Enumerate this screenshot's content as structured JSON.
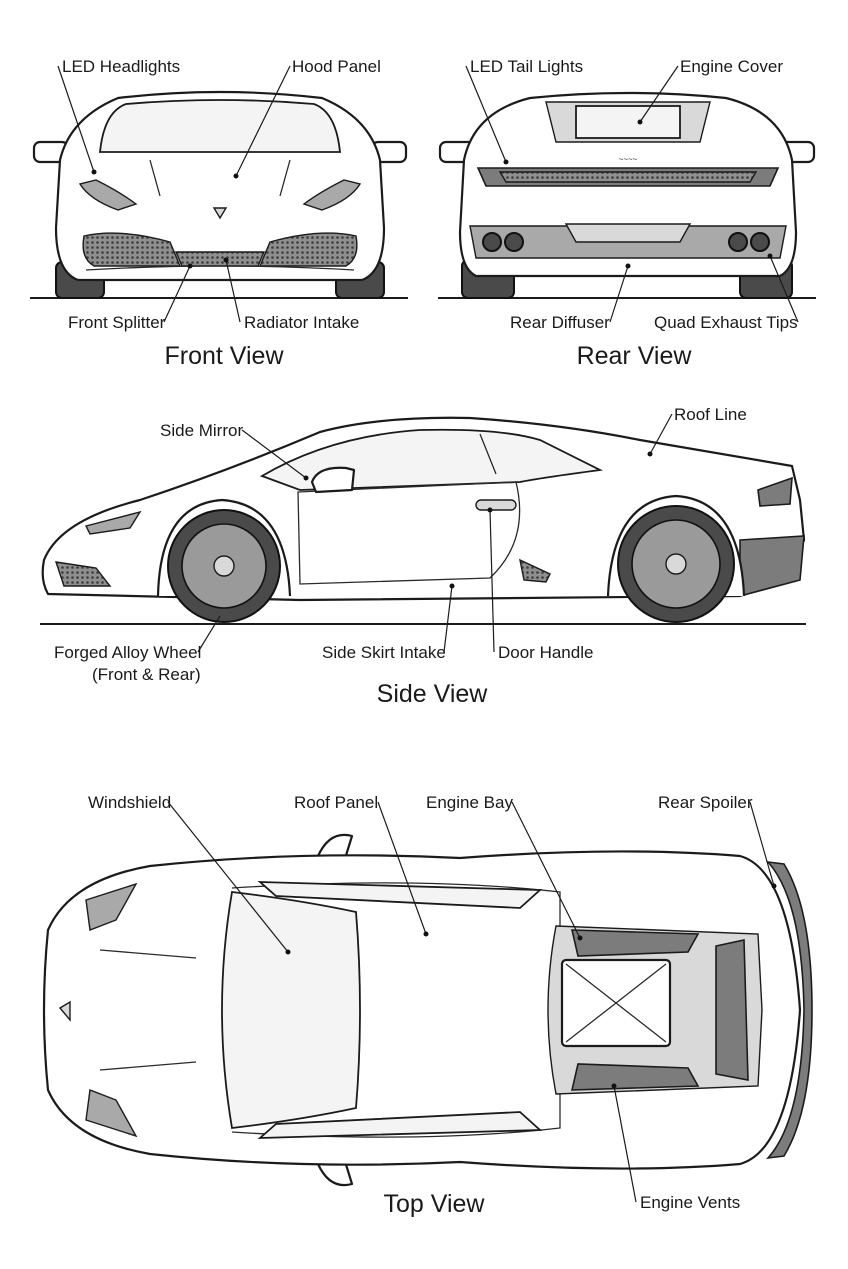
{
  "views": {
    "front": "Front View",
    "rear": "Rear View",
    "side": "Side View",
    "top": "Top View"
  },
  "labels": {
    "led_headlights": "LED Headlights",
    "hood_panel": "Hood Panel",
    "front_splitter": "Front Splitter",
    "radiator_intake": "Radiator Intake",
    "led_tail_lights": "LED Tail Lights",
    "engine_cover": "Engine Cover",
    "rear_diffuser": "Rear Diffuser",
    "quad_exhaust_tips": "Quad Exhaust Tips",
    "side_mirror": "Side Mirror",
    "roof_line": "Roof Line",
    "forged_alloy_wheel": "Forged Alloy Wheel",
    "forged_alloy_wheel_note": "(Front & Rear)",
    "side_skirt_intake": "Side Skirt Intake",
    "door_handle": "Door Handle",
    "windshield": "Windshield",
    "roof_panel": "Roof Panel",
    "engine_bay": "Engine Bay",
    "rear_spoiler": "Rear Spoiler",
    "engine_vents": "Engine Vents"
  }
}
